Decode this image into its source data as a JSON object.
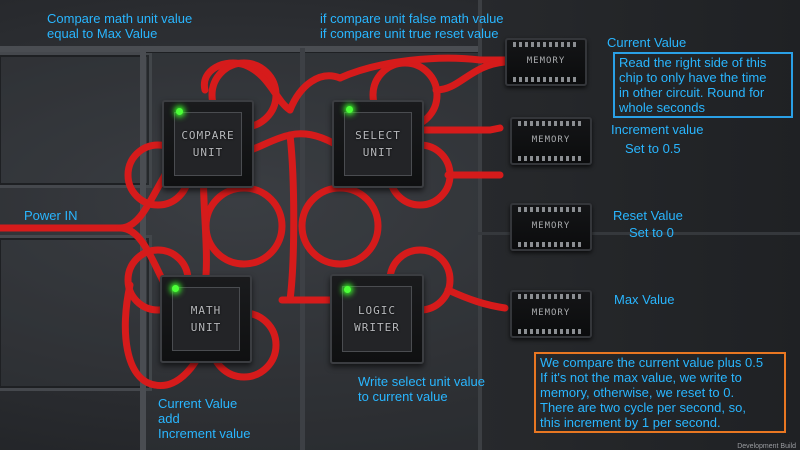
{
  "scene": {
    "wire_color": "#d61b1b",
    "annotation_color": "#29b6ff",
    "note_box_color": "#2aa0e6",
    "explanation_box_color": "#e87722",
    "led_color": "#4cff38"
  },
  "annotations": {
    "compare_desc": [
      "Compare math unit value",
      "equal to Max Value"
    ],
    "select_desc": [
      "if compare unit false math value",
      "if compare unit true reset value"
    ],
    "power_in": "Power IN",
    "math_desc": [
      "Current Value",
      "add",
      "Increment value"
    ],
    "writer_desc": [
      "Write select unit value",
      "to current value"
    ],
    "current_value": "Current Value",
    "increment_value": [
      "Increment value",
      "Set to 0.5"
    ],
    "reset_value": [
      "Reset Value",
      "Set to 0"
    ],
    "max_value": "Max Value"
  },
  "note_box": {
    "lines": [
      "Read the right side of this",
      "chip to only have the time",
      "in other circuit. Round for",
      "whole seconds"
    ]
  },
  "explanation_box": {
    "lines": [
      "We compare the current value plus 0.5",
      "If it's not the max value, we write to",
      "memory, otherwise, we reset to 0.",
      "There are two cycle per second, so,",
      "this increment by 1 per second."
    ]
  },
  "chips": {
    "compare": [
      "COMPARE",
      "UNIT"
    ],
    "select": [
      "SELECT",
      "UNIT"
    ],
    "math": [
      "MATH",
      "UNIT"
    ],
    "writer": [
      "LOGIC",
      "WRITER"
    ]
  },
  "memory_label": "MEMORY",
  "watermark": "Development Build"
}
